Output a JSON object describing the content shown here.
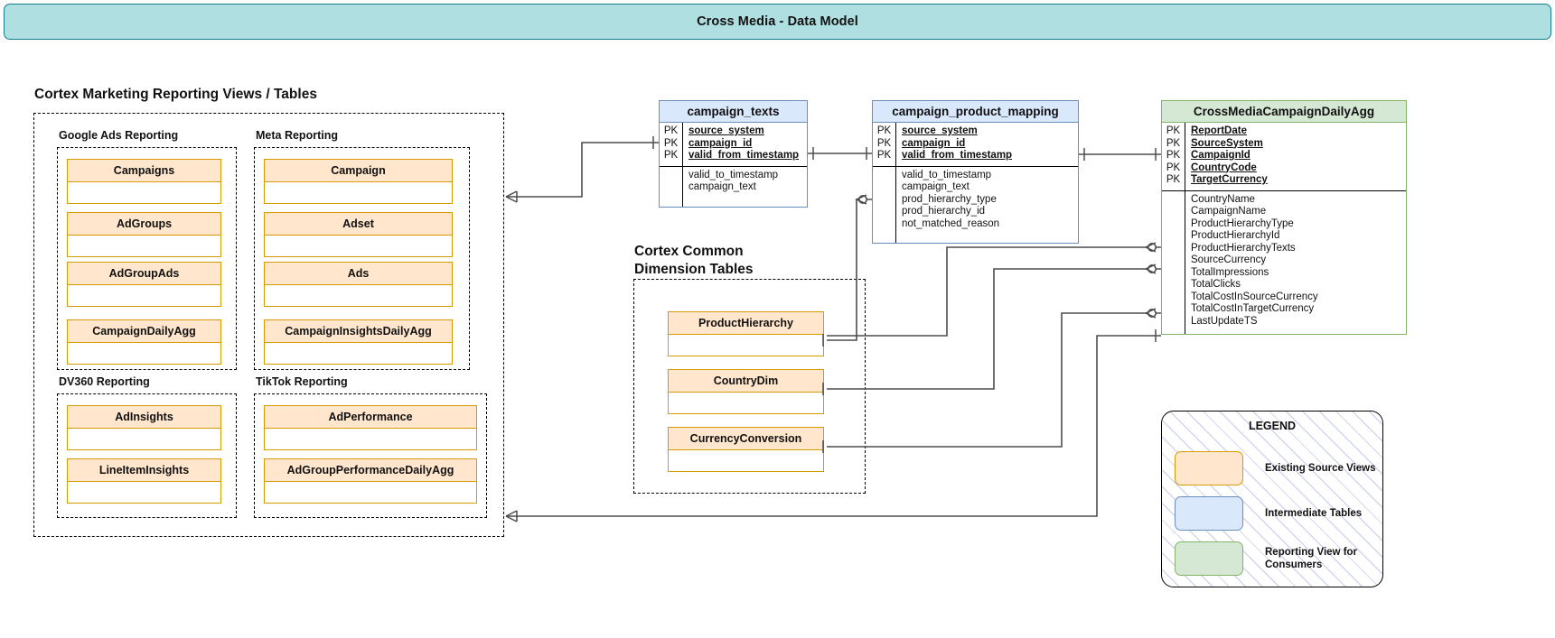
{
  "header": {
    "title": "Cross Media - Data Model"
  },
  "sections": {
    "cortex_marketing": {
      "title": "Cortex Marketing Reporting Views / Tables",
      "groups": [
        {
          "name": "Google Ads Reporting",
          "entities": [
            "Campaigns",
            "AdGroups",
            "AdGroupAds",
            "CampaignDailyAgg"
          ]
        },
        {
          "name": "Meta Reporting",
          "entities": [
            "Campaign",
            "Adset",
            "Ads",
            "CampaignInsightsDailyAgg"
          ]
        },
        {
          "name": "DV360 Reporting",
          "entities": [
            "AdInsights",
            "LineItemInsights"
          ]
        },
        {
          "name": "TikTok Reporting",
          "entities": [
            "AdPerformance",
            "AdGroupPerformanceDailyAgg"
          ]
        }
      ]
    },
    "cortex_common": {
      "title": "Cortex Common\nDimension Tables",
      "entities": [
        "ProductHierarchy",
        "CountryDim",
        "CurrencyConversion"
      ]
    }
  },
  "tables": [
    {
      "id": "campaign_texts",
      "name": "campaign_texts",
      "kind": "intermediate",
      "keys": [
        "PK",
        "PK",
        "PK"
      ],
      "key_fields": [
        "source_system",
        "campaign_id",
        "valid_from_timestamp"
      ],
      "fields": [
        "valid_to_timestamp",
        "campaign_text"
      ]
    },
    {
      "id": "campaign_product_mapping",
      "name": "campaign_product_mapping",
      "kind": "intermediate",
      "keys": [
        "PK",
        "PK",
        "PK"
      ],
      "key_fields": [
        "source_system",
        "campaign_id",
        "valid_from_timestamp"
      ],
      "fields": [
        "valid_to_timestamp",
        "campaign_text",
        "prod_hierarchy_type",
        "prod_hierarchy_id",
        "not_matched_reason"
      ]
    },
    {
      "id": "cross_media_campaign_daily_agg",
      "name": "CrossMediaCampaignDailyAgg",
      "kind": "reporting",
      "keys": [
        "PK",
        "PK",
        "PK",
        "PK",
        "PK"
      ],
      "key_fields": [
        "ReportDate",
        "SourceSystem",
        "CampaignId",
        "CountryCode",
        "TargetCurrency"
      ],
      "fields": [
        "CountryName",
        "CampaignName",
        "ProductHierarchyType",
        "ProductHierarchyId",
        "ProductHierarchyTexts",
        "SourceCurrency",
        "TotalImpressions",
        "TotalClicks",
        "TotalCostInSourceCurrency",
        "TotalCostInTargetCurrency",
        "LastUpdateTS"
      ]
    }
  ],
  "legend": {
    "title": "LEGEND",
    "items": [
      {
        "swatch": "orange",
        "label": "Existing Source Views"
      },
      {
        "swatch": "blue",
        "label": "Intermediate Tables"
      },
      {
        "swatch": "green",
        "label": "Reporting View for\nConsumers"
      }
    ]
  },
  "colors": {
    "banner_fill": "#b0dfe2",
    "banner_stroke": "#12808a",
    "source_fill": "#ffe6cc",
    "source_stroke": "#d79b00",
    "intermediate_fill": "#dae8fc",
    "intermediate_stroke": "#6c8ebf",
    "reporting_fill": "#d5e8d4",
    "reporting_stroke": "#82b366"
  }
}
